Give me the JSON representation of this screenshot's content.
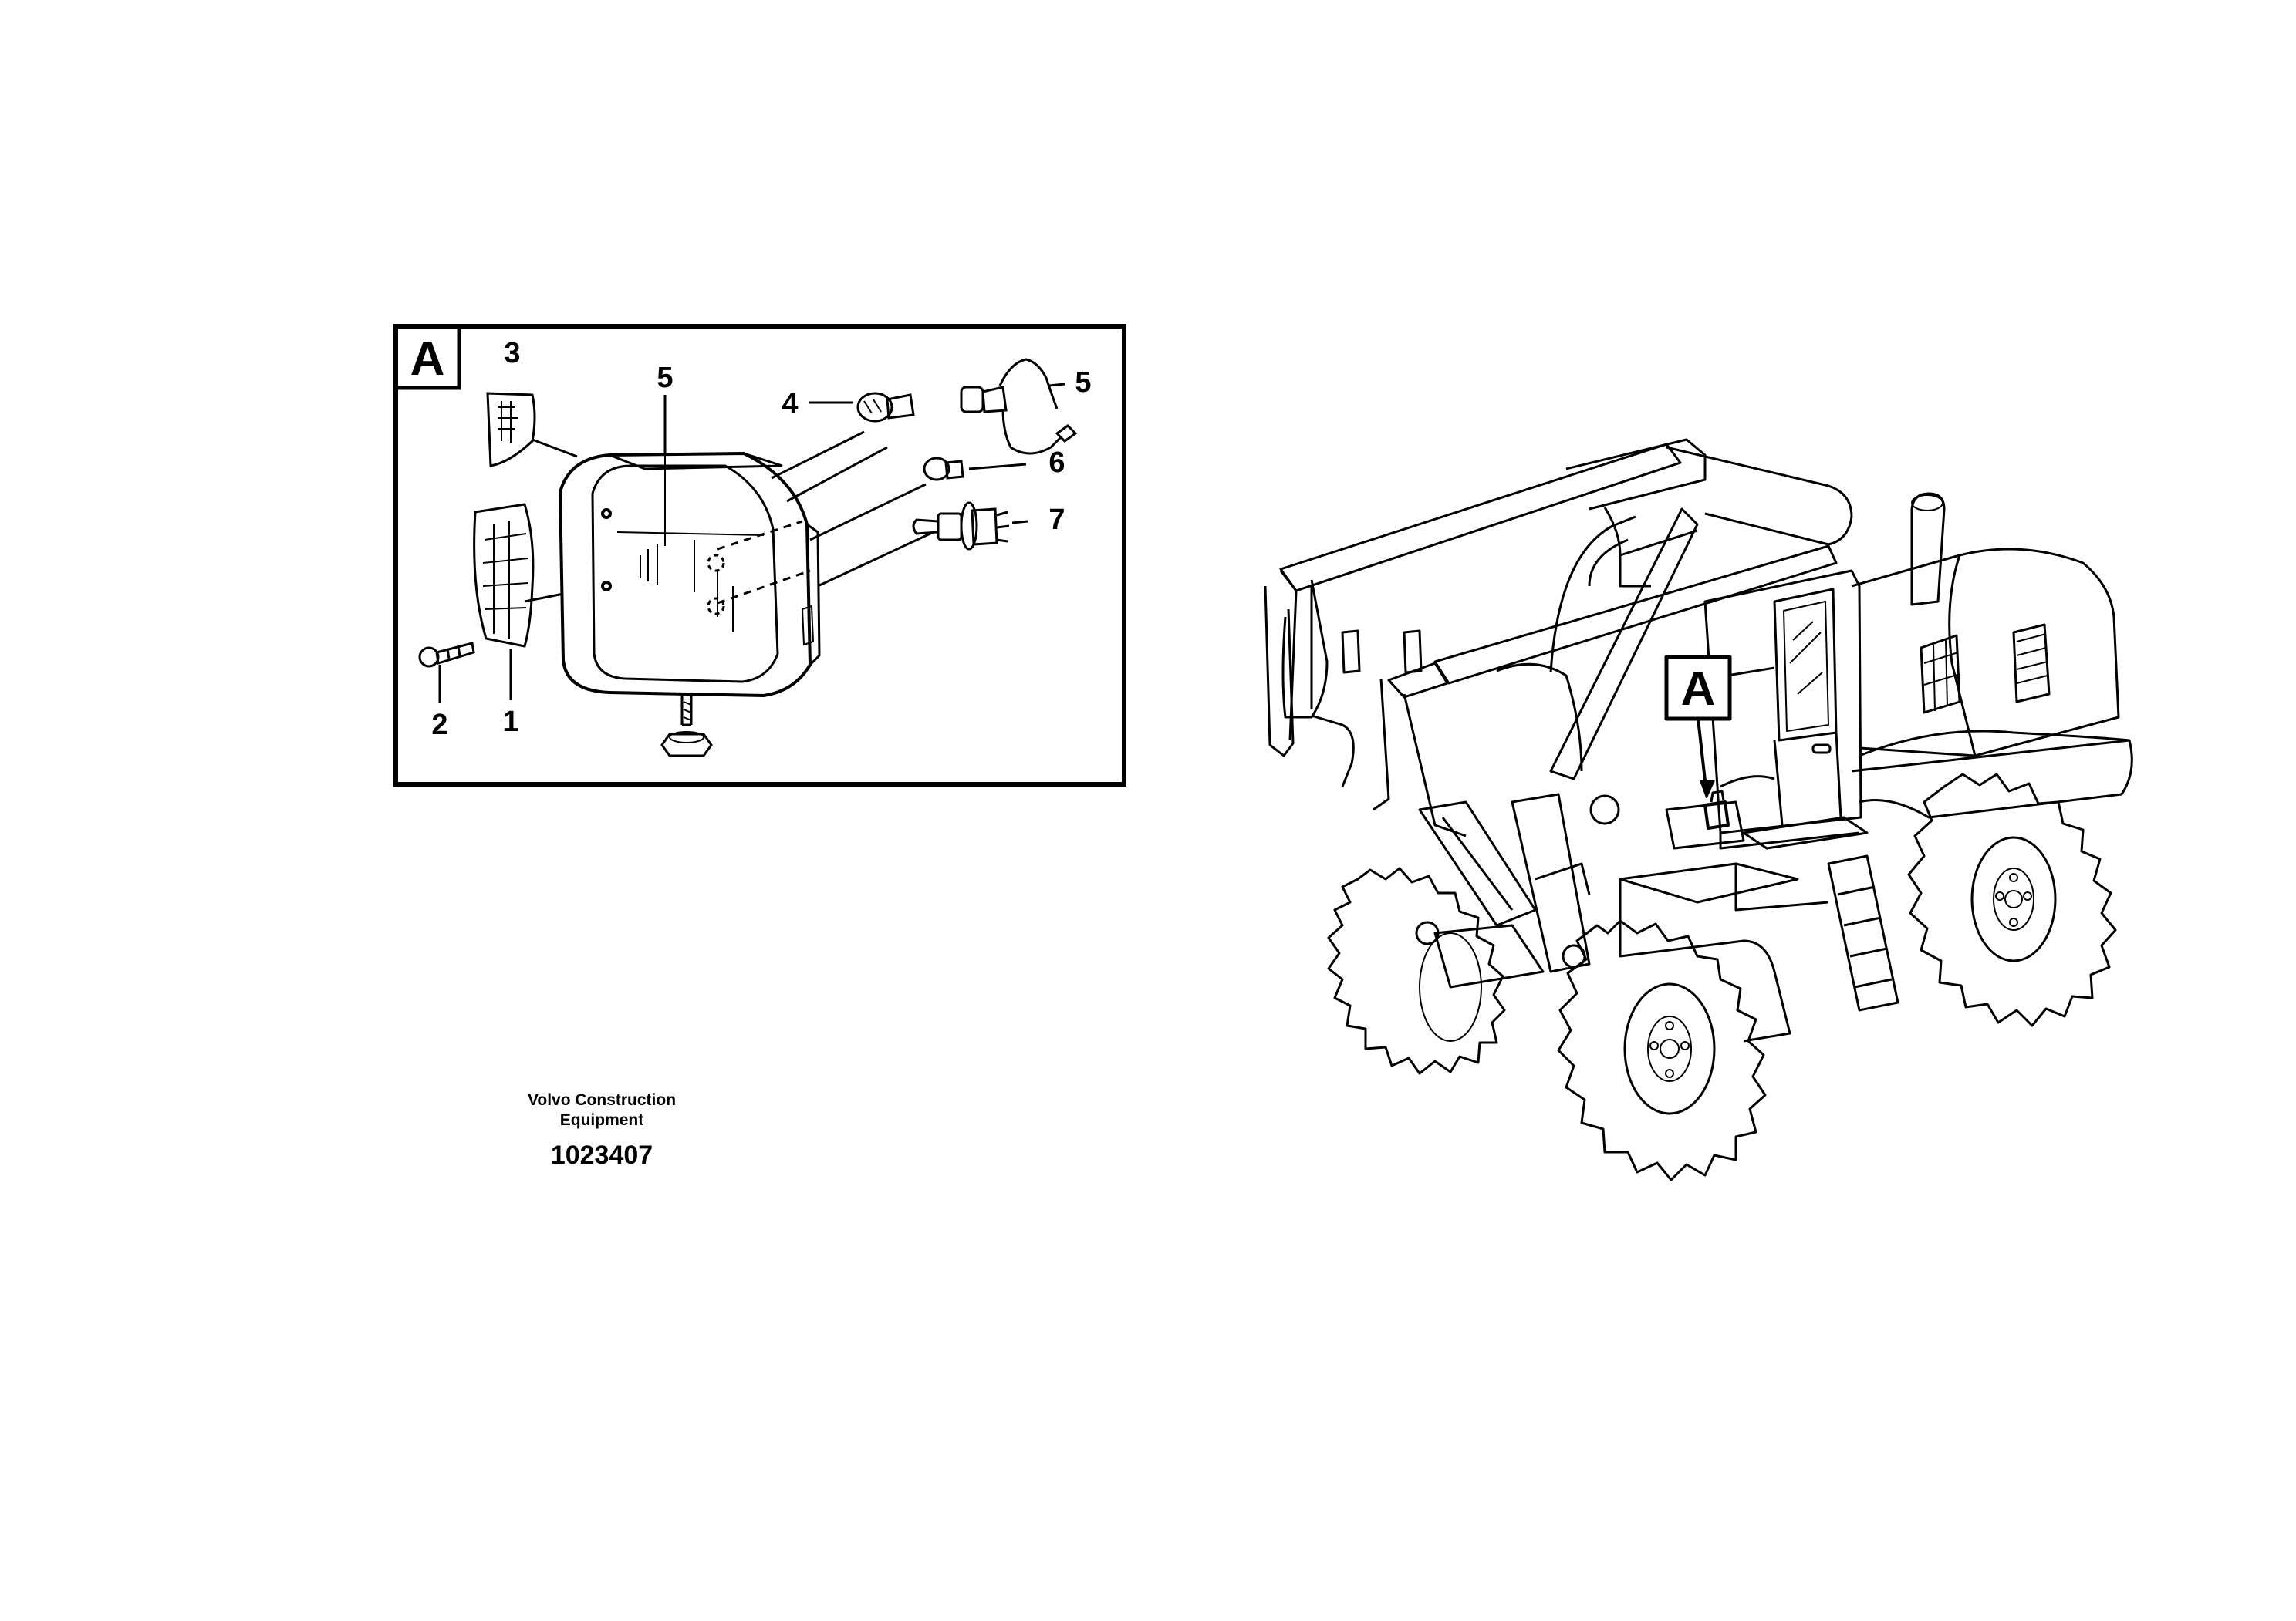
{
  "detail_box": {
    "marker": "A",
    "callouts": {
      "c1": "1",
      "c2": "2",
      "c3": "3",
      "c4": "4",
      "c5a": "5",
      "c5b": "5",
      "c6": "6",
      "c7": "7"
    }
  },
  "machine": {
    "location_marker": "A"
  },
  "footer": {
    "company_line1": "Volvo Construction",
    "company_line2": "Equipment",
    "part_number": "1023407"
  }
}
